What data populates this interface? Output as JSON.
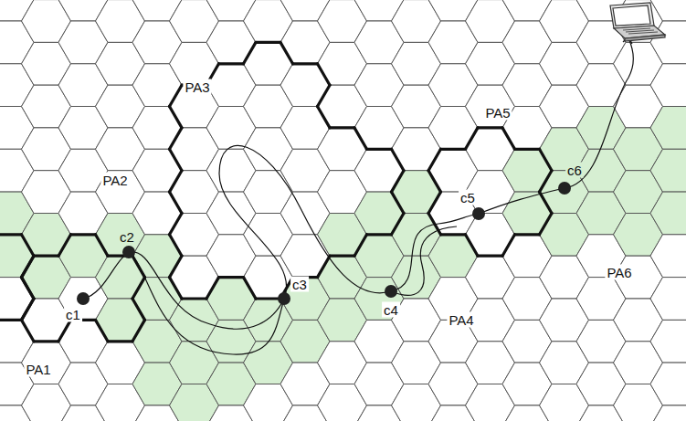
{
  "diagram": {
    "labels": [
      "PA1",
      "PA2",
      "PA3",
      "PA4",
      "PA5",
      "PA6",
      "c1",
      "c2",
      "c3",
      "c4",
      "c5",
      "c6"
    ]
  }
}
